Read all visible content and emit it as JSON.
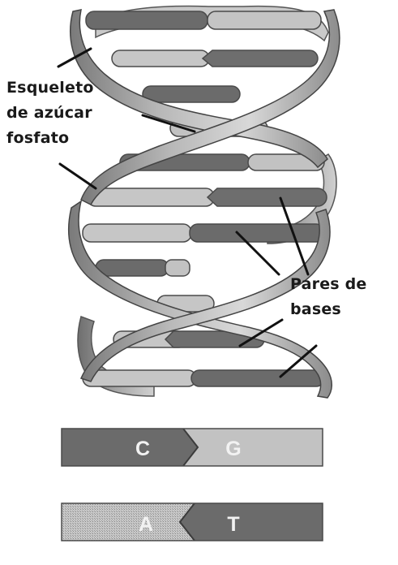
{
  "labels": {
    "backbone": [
      "Esqueleto",
      "de azúcar",
      "fosfato"
    ],
    "base_pairs": [
      "Pares de",
      "bases"
    ]
  },
  "key": {
    "pair1": {
      "left": "C",
      "right": "G"
    },
    "pair2": {
      "left": "A",
      "right": "T"
    }
  },
  "colors": {
    "ribbon": "#9a9a9a",
    "dark_base": "#6b6b6b",
    "light_base": "#c2c2c2",
    "stippled_base": "#b4b4b4",
    "text": "#1a1a1a"
  }
}
